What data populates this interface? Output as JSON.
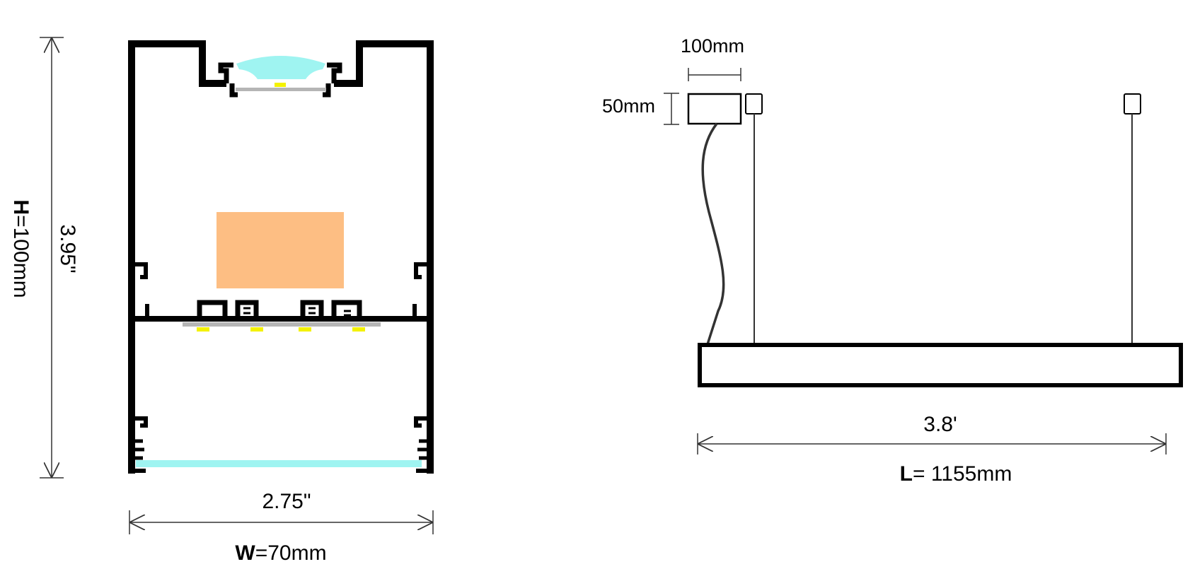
{
  "cross_section": {
    "height_prefix": "H",
    "height_value": "=100mm",
    "height_imperial": "3.95\"",
    "width_imperial": "2.75\"",
    "width_prefix": "W",
    "width_value": "=70mm"
  },
  "side_view": {
    "driver_width": "100mm",
    "driver_height": "50mm",
    "length_imperial": "3.8'",
    "length_prefix": "L",
    "length_value": "= 1155mm"
  },
  "colors": {
    "profile": "#000000",
    "diffuser": "#9ff4f1",
    "driver_box": "#fdbe83",
    "led_chip": "#f4f200",
    "pcb": "#b5b5b5",
    "dimension_line": "#333333"
  }
}
